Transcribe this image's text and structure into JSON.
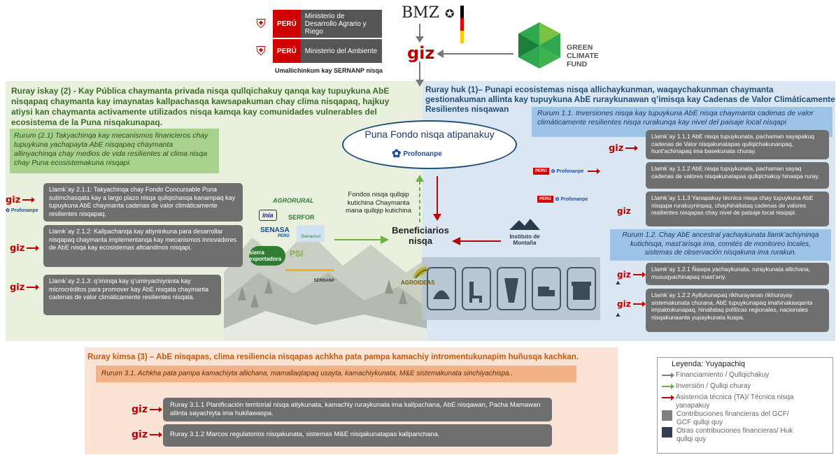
{
  "top": {
    "ministry1": {
      "country": "PERÚ",
      "name": "Ministerio de Desarrollo Agrario y Riego"
    },
    "ministry2": {
      "country": "PERÚ",
      "name": "Ministerio del Ambiente"
    },
    "sernanp_caption": "Umallichinkum kay SERNANP nisqa",
    "bmz": "BMZ",
    "giz": "giz",
    "gcf": "GREEN CLIMATE FUND"
  },
  "left": {
    "heading": "Ruray iskay (2) -  Kay Pública chaymanta privada nisqa qullqichakuy qanqa kay tupuykuna AbE nisqapaq chaymanta kay imaynatas kallpachasqa kawsapakuman chay clima nisqapaq, hajkuy atiysi kan  chaymanta activamente utilizados nisqa kamqa kay comunidades vulnerables del ecosistema de la Puna nisqakunapaq.",
    "rurum": "Rurum (2.1) Takyachinqa kay  mecanismos financieros chay tupuykuna yachapayta AbE  nisqapaq chaymanta allinyachinqa chay medios de vida resilientes al clima nisqa chay Puna ecosistemakuna nisqapi.",
    "cards": [
      {
        "giz": "giz",
        "text": "Llamk`ay 2.1.1: Takyachinqa chay Fondo Concursable Puna sutimchasqata kay a largo plazo nisqa qullqichasqa kanampaq  kay tupuykuna AbE chaymanta cadenas de valor climáticamente resilientes nisqapaq."
      },
      {
        "giz": "giz",
        "text": "Llamk`ay 2.1.2: Kallpachanqa kay atiyninkuna para desarrollar nisqapaq chaymanta implementanqa kay mecanismos innovadores de AbE nisqa kay ecosistemas altoandinos nisqapi."
      },
      {
        "giz": "giz",
        "text": "Llamk`ay 2.1.3: q’iminqa  kay q’umiryachiyninta kay microcréditos para promover kay AbE nisqata chaymanta cadenas de valor climáticamente resilientes nisqata."
      }
    ],
    "profonanpe_small": "Profonanpe"
  },
  "center": {
    "fondo_title": "Puna Fondo nisqa atipanakuy",
    "profonanpe": "Profonanpe",
    "fondos_text": "Fondos nisqa qullqip kutichina Chaymanta mana qullqip kutichina",
    "beneficiarios": "Beneficiarios nisqa",
    "instituto": "Instituto de Montaña",
    "agroideas": "AGROIDEAS",
    "logos": [
      "AGRORURAL",
      "inia",
      "SERFOR",
      "SENASA",
      "PERÚ",
      "SierraAzul",
      "sierra exportadora",
      "PSI",
      "SERNANP"
    ]
  },
  "right": {
    "heading": "Ruray huk (1)– Punapi ecosistemas nisqa allichaykunman, waqaychakunman chaymanta gestionakuman allinta kay tupuykuna AbE ruraykunawan q’imisqa kay Cadenas de Valor Climáticamente Resilientes nisqawan",
    "rurum1": "Rurum 1.1. Inversiones nisqa kay tupuykuna AbE nisqa chaymanta cadenas de valor climáticamente resilientes nisqa  rurakunqa kay nivel del paisaje local nisqapi",
    "cards1": [
      {
        "giz": "giz",
        "text": "Llamk`ay 1.1.1 AbE nisqa tupuykunata, pachaman sayapakuq cadenas de Valor nisqakunatapas qullqichakunanpaq, hunt’achinapaq ima basekunata churay."
      },
      {
        "giz": "",
        "text": "Llamk`ay 1.1.2 AbE nisqa tupuykunata, pachaman sayaq cadenas de valores nisqakunatapas qullqichakuy hinaspa ruray."
      },
      {
        "giz": "giz",
        "text": "Llamk`ay 1.1.3 Yanapakuy técnica nisqa chay tupuykuna AbE nisqapa rurakuyninpaq, chayhinallataq cadenas de valores resilientes nisqapas chay nivel de paisaje local nisqapi."
      }
    ],
    "rurum2": "Rurum 1.2. Chay AbE ancestral yachaykunata llamk’achiyninqa kutichisqa, mast’arisqa ima, comités de monitoreo locales, sistemas de observación nisqakuna ima rurakun.",
    "cards2": [
      {
        "giz": "giz",
        "text": "Llamk`ay 1.2.1 Ñawpa yachaykunata, ruraykunata allichana, musuqyachinapaq mast’ariy."
      },
      {
        "giz": "giz",
        "text": "Llamk`ay 1.2.2 Ayllukunapaq rikhurayanan rikhurayay sistemakunata churana, AbE tupuykunapaq imahinakasqanta impaktokunapaq, hinallataq políticas regionales, nacionales nisqakunaanta yupaykunata kuspa."
      }
    ]
  },
  "bottom": {
    "heading": "Ruray kimsa (3) – AbE nisqapas, clima resiliencia nisqapas achkha pata pampa kamachiy intromentukunapim huñusqa kachkan.",
    "rurum": "Rurum 3.1. Achkha pata pampa kamachiyta allichana, mamallaqtapaq usayta, kamachiykunata, M&E sistemakunata sinchiyachispa..",
    "cards": [
      {
        "giz": "giz",
        "text": "Ruray 3.1.1 Planificación territorial nisqa atiykunata, kamachiy ruraykunata ima kallpachana, AbE nisqawan, Pacha Mamawan allinta sayachiyta ima hukllawaspa."
      },
      {
        "giz": "giz",
        "text": "Ruray 3.1.2 Marcos regulatorios nisqakunata, sistemas M&E nisqakunatapas kallpanchana."
      }
    ]
  },
  "legend": {
    "title": "Leyenda: Yuyapachiq",
    "items": [
      {
        "kind": "line",
        "color": "#808080",
        "label": "Financiamiento / Qullqichakuy"
      },
      {
        "kind": "line",
        "color": "#70ad47",
        "label": "Inversión / Qullqi churay"
      },
      {
        "kind": "line",
        "color": "#c00000",
        "label": "Asistencia técnica (TA)/ Técnica nisqa yanapakuy"
      },
      {
        "kind": "square",
        "color": "#7f7f7f",
        "label": "Contribuciones financieras del GCF/ GCF qullqi quy"
      },
      {
        "kind": "square",
        "color": "#333f50",
        "label": "Otras contribuciones financieras/ Huk qullqi quy"
      }
    ]
  }
}
